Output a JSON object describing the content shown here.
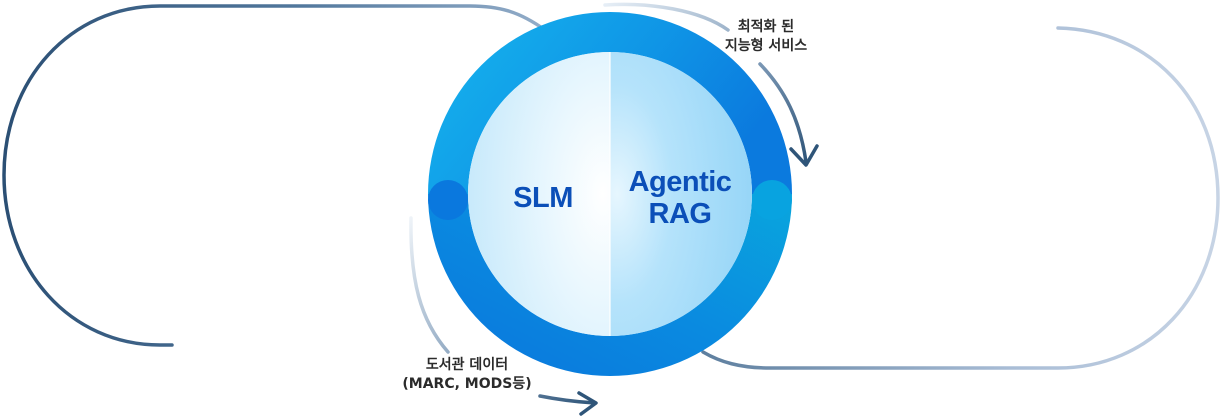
{
  "center": {
    "left_segment": "SLM",
    "right_segment_lines": [
      "Agentic",
      "RAG"
    ]
  },
  "annotations": {
    "output": {
      "lines": [
        "최적화 된",
        "지능형 서비스"
      ]
    },
    "input": {
      "lines": [
        "도서관 데이터",
        "(MARC, MODS등)"
      ]
    }
  },
  "colors": {
    "ring_light": "#12b2ec",
    "ring_dark": "#0a73dc",
    "inner_left": "#d9f1fc",
    "inner_right": "#9ed9f7",
    "label_text": "#0b4fb8",
    "loop_dark": "#2b4f74",
    "loop_light": "#c4d2e4"
  }
}
